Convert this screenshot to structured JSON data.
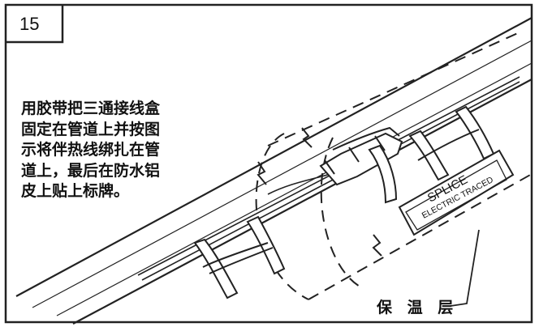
{
  "step": {
    "number": "15"
  },
  "instruction": {
    "lines": [
      "用胶带把三通接线盒",
      "固定在管道上并按图",
      "示将伴热线绑扎在管",
      "道上，最后在防水铝",
      "皮上贴上标牌。"
    ]
  },
  "tag": {
    "line1": "SPLICE",
    "line2": "ELECTRIC TRACED"
  },
  "insulation_label": "保 温 层"
}
